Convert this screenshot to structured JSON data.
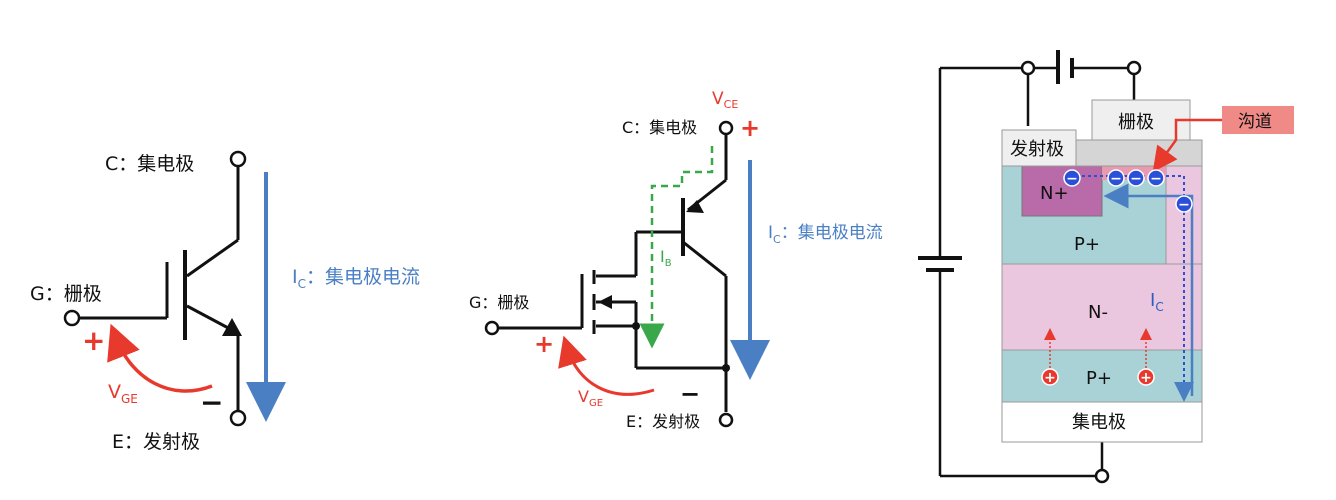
{
  "symbol1": {
    "collector_label": "C：集电极",
    "gate_label": "G：栅极",
    "emitter_label": "E：发射极",
    "vge": "V",
    "vge_sub": "GE",
    "plus": "+",
    "minus": "−",
    "ic": "I",
    "ic_sub": "C",
    "ic_text": "：集电极电流"
  },
  "symbol2": {
    "collector_label": "C：集电极",
    "gate_label": "G：栅极",
    "emitter_label": "E：发射极",
    "vce": "V",
    "vce_sub": "CE",
    "vge": "V",
    "vge_sub": "GE",
    "ib": "I",
    "ib_sub": "B",
    "plus": "+",
    "minus": "−",
    "ic": "I",
    "ic_sub": "C",
    "ic_text": "：集电极电流"
  },
  "structure": {
    "gate": "栅极",
    "emitter": "发射极",
    "channel": "沟道",
    "n_plus": "N+",
    "p_plus_top": "P+",
    "n_minus": "N-",
    "p_plus_bottom": "P+",
    "collector": "集电极",
    "ic": "I",
    "ic_sub": "C",
    "electron": "−",
    "hole": "+"
  },
  "colors": {
    "red": "#e8392d",
    "blue": "#4a7fc4",
    "green": "#3aa84a",
    "n_plus_region": "#b96aa8",
    "p_region": "#a9d2d6",
    "n_minus_region": "#ebc6df",
    "channel_tag": "#f08a86"
  }
}
